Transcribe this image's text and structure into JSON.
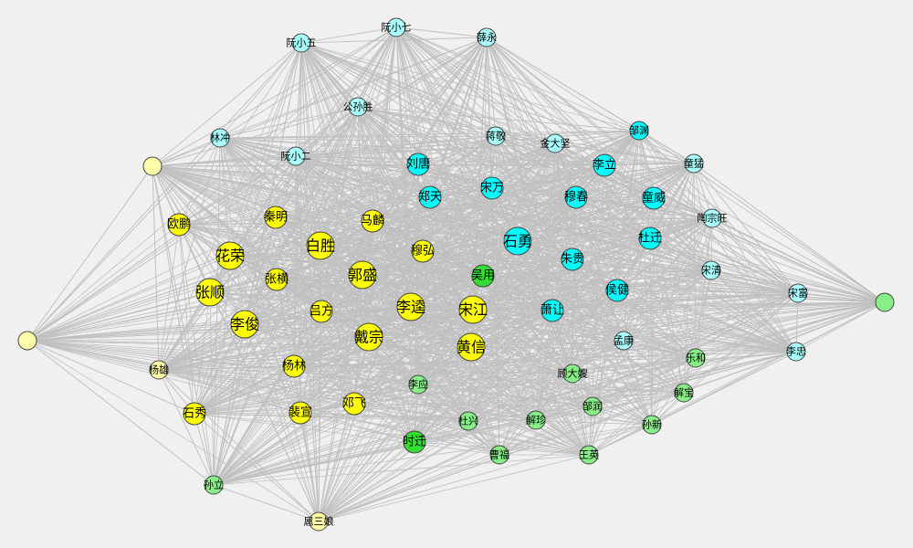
{
  "colors": {
    "background": "#f0f0f0",
    "edge": "#c0c0c0",
    "yellow": "#ffff00",
    "pale_yellow": "#ffffaa",
    "cyan": "#00ffff",
    "pale_cyan": "#aaffff",
    "green": "#33dd33",
    "light_green": "#88ee88"
  },
  "nodes": [
    {
      "id": "ruanxiaowu",
      "label": "阮小五",
      "group": "pale_cyan",
      "size": "small"
    },
    {
      "id": "ruanxiaoqi",
      "label": "阮小七",
      "group": "pale_cyan",
      "size": "small"
    },
    {
      "id": "xueyong",
      "label": "薛永",
      "group": "pale_cyan",
      "size": "small"
    },
    {
      "id": "gongsunsheng",
      "label": "公孙胜",
      "group": "pale_cyan",
      "size": "small"
    },
    {
      "id": "linchong",
      "label": "林冲",
      "group": "pale_cyan",
      "size": "small"
    },
    {
      "id": "ruanxiaoer",
      "label": "阮小二",
      "group": "pale_cyan",
      "size": "small"
    },
    {
      "id": "jiangjing",
      "label": "蒋敬",
      "group": "pale_cyan",
      "size": "small"
    },
    {
      "id": "jindajian",
      "label": "金大坚",
      "group": "pale_cyan",
      "size": "small"
    },
    {
      "id": "zouyuan",
      "label": "邹渊",
      "group": "cyan",
      "size": "small"
    },
    {
      "id": "tongmeng",
      "label": "童猛",
      "group": "pale_cyan",
      "size": "small"
    },
    {
      "id": "liutang",
      "label": "刘唐",
      "group": "cyan",
      "size": "medium"
    },
    {
      "id": "lili",
      "label": "李立",
      "group": "cyan",
      "size": "medium"
    },
    {
      "id": "zhengtian",
      "label": "郑天",
      "group": "cyan",
      "size": "medium"
    },
    {
      "id": "songwan",
      "label": "宋万",
      "group": "cyan",
      "size": "medium"
    },
    {
      "id": "mutong",
      "label": "穆春",
      "group": "cyan",
      "size": "medium"
    },
    {
      "id": "tongwei",
      "label": "童威",
      "group": "cyan",
      "size": "medium"
    },
    {
      "id": "taozongwang",
      "label": "陶宗旺",
      "group": "pale_cyan",
      "size": "small"
    },
    {
      "id": "unknown_left",
      "label": "",
      "group": "pale_yellow",
      "size": "small"
    },
    {
      "id": "oupeng",
      "label": "欧鹏",
      "group": "yellow",
      "size": "medium"
    },
    {
      "id": "qinming",
      "label": "秦明",
      "group": "yellow",
      "size": "medium"
    },
    {
      "id": "malin",
      "label": "马麟",
      "group": "yellow",
      "size": "medium"
    },
    {
      "id": "baisheng",
      "label": "白胜",
      "group": "yellow",
      "size": "large"
    },
    {
      "id": "huarong",
      "label": "花荣",
      "group": "yellow",
      "size": "large"
    },
    {
      "id": "shiyong",
      "label": "石勇",
      "group": "cyan",
      "size": "large"
    },
    {
      "id": "duqian",
      "label": "杜迁",
      "group": "cyan",
      "size": "medium"
    },
    {
      "id": "mupeng",
      "label": "穆弘",
      "group": "yellow",
      "size": "medium"
    },
    {
      "id": "zhanghong",
      "label": "张横",
      "group": "yellow",
      "size": "medium"
    },
    {
      "id": "guosheng",
      "label": "郭盛",
      "group": "yellow",
      "size": "large"
    },
    {
      "id": "wuyong",
      "label": "吴用",
      "group": "green",
      "size": "medium"
    },
    {
      "id": "zhugui",
      "label": "朱贵",
      "group": "cyan",
      "size": "medium"
    },
    {
      "id": "songqing",
      "label": "宋清",
      "group": "pale_cyan",
      "size": "small"
    },
    {
      "id": "zhangshun",
      "label": "张顺",
      "group": "yellow",
      "size": "large"
    },
    {
      "id": "songhu",
      "label": "宋富",
      "group": "pale_cyan",
      "size": "small"
    },
    {
      "id": "houjian",
      "label": "侯健",
      "group": "cyan",
      "size": "medium"
    },
    {
      "id": "libu",
      "label": "李逵",
      "group": "yellow",
      "size": "large"
    },
    {
      "id": "songjiang",
      "label": "宋江",
      "group": "yellow",
      "size": "large"
    },
    {
      "id": "lvfang",
      "label": "吕方",
      "group": "yellow",
      "size": "medium"
    },
    {
      "id": "xiaorang",
      "label": "萧让",
      "group": "cyan",
      "size": "medium"
    },
    {
      "id": "unknown_right",
      "label": "",
      "group": "light_green",
      "size": "small"
    },
    {
      "id": "lijun",
      "label": "李俊",
      "group": "yellow",
      "size": "large"
    },
    {
      "id": "daizong",
      "label": "戴宗",
      "group": "yellow",
      "size": "large"
    },
    {
      "id": "huangxin",
      "label": "黄信",
      "group": "yellow",
      "size": "large"
    },
    {
      "id": "mengkang",
      "label": "孟康",
      "group": "pale_cyan",
      "size": "small"
    },
    {
      "id": "unknown_far_left",
      "label": "",
      "group": "pale_yellow",
      "size": "small"
    },
    {
      "id": "lianghe",
      "label": "乐和",
      "group": "light_green",
      "size": "small"
    },
    {
      "id": "yangxiong",
      "label": "杨雄",
      "group": "pale_yellow",
      "size": "small"
    },
    {
      "id": "yanglin",
      "label": "杨林",
      "group": "yellow",
      "size": "medium"
    },
    {
      "id": "gudasao",
      "label": "顾大嫂",
      "group": "light_green",
      "size": "small"
    },
    {
      "id": "lishi",
      "label": "李应",
      "group": "light_green",
      "size": "small"
    },
    {
      "id": "lizhong",
      "label": "李忠",
      "group": "pale_cyan",
      "size": "small"
    },
    {
      "id": "xiebao",
      "label": "解宝",
      "group": "light_green",
      "size": "small"
    },
    {
      "id": "shixiu",
      "label": "石秀",
      "group": "yellow",
      "size": "medium"
    },
    {
      "id": "peixuan",
      "label": "裴宣",
      "group": "yellow",
      "size": "medium"
    },
    {
      "id": "dengfei",
      "label": "邓飞",
      "group": "yellow",
      "size": "medium"
    },
    {
      "id": "duxing",
      "label": "杜兴",
      "group": "light_green",
      "size": "small"
    },
    {
      "id": "xiezhen",
      "label": "解珍",
      "group": "light_green",
      "size": "small"
    },
    {
      "id": "zouyun",
      "label": "邹润",
      "group": "light_green",
      "size": "small"
    },
    {
      "id": "sunxin",
      "label": "孙新",
      "group": "light_green",
      "size": "small"
    },
    {
      "id": "shiqian",
      "label": "时迁",
      "group": "green",
      "size": "medium"
    },
    {
      "id": "caofu",
      "label": "曹福",
      "group": "light_green",
      "size": "small"
    },
    {
      "id": "wangying",
      "label": "王英",
      "group": "light_green",
      "size": "small"
    },
    {
      "id": "sunli",
      "label": "孙立",
      "group": "light_green",
      "size": "small"
    },
    {
      "id": "husanniang",
      "label": "扈三娘",
      "group": "pale_yellow",
      "size": "small"
    }
  ],
  "edge_hubs": [
    "ruanxiaowu",
    "ruanxiaoqi",
    "xueyong",
    "gongsunsheng",
    "linchong",
    "ruanxiaoer",
    "jiangjing",
    "jindajian",
    "zouyuan",
    "tongmeng",
    "unknown_left",
    "unknown_far_left",
    "unknown_right",
    "sunli",
    "husanniang",
    "songhu",
    "lizhong",
    "taozongwang",
    "yangxiong",
    "shixiu"
  ]
}
